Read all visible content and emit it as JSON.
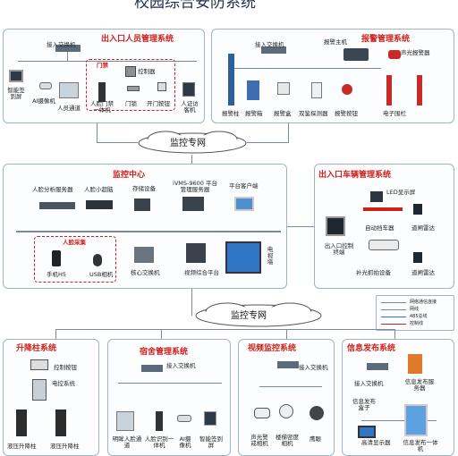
{
  "page_title": "校园综合安防系统",
  "cloud_network": "监控专网",
  "entry_personnel": {
    "title": "出入口人员管理系统",
    "switch": "接入交换机",
    "gate_group": "门禁",
    "controller": "控制器",
    "items": [
      "智能签到屏",
      "AI摄像机",
      "人员通道",
      "人脸门禁一体机",
      "门锁",
      "开门按钮",
      "人证访客机"
    ]
  },
  "alarm": {
    "title": "报警管理系统",
    "switch": "接入交换机",
    "host": "报警主机",
    "items": [
      "报警柱",
      "报警箱",
      "报警盒",
      "双鉴探测器",
      "报警按钮",
      "声光报警器",
      "电子围栏"
    ]
  },
  "monitor_center": {
    "title": "监控中心",
    "face_server": "人脸分析服务器",
    "face_mini": "人脸小超脑",
    "storage": "存储设备",
    "platform_server": "iVMS-9600 平台管理服务器",
    "platform_client": "平台客户端",
    "face_collect": "人脸采集",
    "phone": "手机H5",
    "usb_cam": "USB相机",
    "core_switch": "核心交换机",
    "video_platform": "视频综合平台",
    "tv_wall": "电视墙"
  },
  "vehicle": {
    "title": "出入口车辆管理系统",
    "led": "LED显示屏",
    "terminal": "出入口控制终端",
    "barrier": "自动挡车器",
    "radar1": "道闸雷达",
    "capture": "补光抓拍设备",
    "radar2": "道闸雷达"
  },
  "legend": [
    "网络通信连接",
    "网线",
    "485总线",
    "控制线"
  ],
  "lift": {
    "title": "升降柱系统",
    "button": "控制按钮",
    "control": "电控系统",
    "items": [
      "液压升降柱",
      "液压升降柱"
    ]
  },
  "dorm": {
    "title": "宿舍管理系统",
    "switch": "接入交换机",
    "items": [
      "明眸人脸通道",
      "人脸识别一体机",
      "AI摄像机",
      "智能签到屏"
    ]
  },
  "video": {
    "title": "视频监控系统",
    "switch": "接入交换机",
    "items": [
      "声光警戒相机",
      "楼梯密度相机",
      "鹰眼"
    ]
  },
  "info": {
    "title": "信息发布系统",
    "switch": "接入交换机",
    "server": "信息发布服务器",
    "box": "信息发布盒子",
    "items": [
      "高清显示器",
      "信息发布一体机"
    ]
  },
  "colors": {
    "title_red": "#d0201b",
    "line": "#7a8a99",
    "border": "#9fb4c8"
  }
}
